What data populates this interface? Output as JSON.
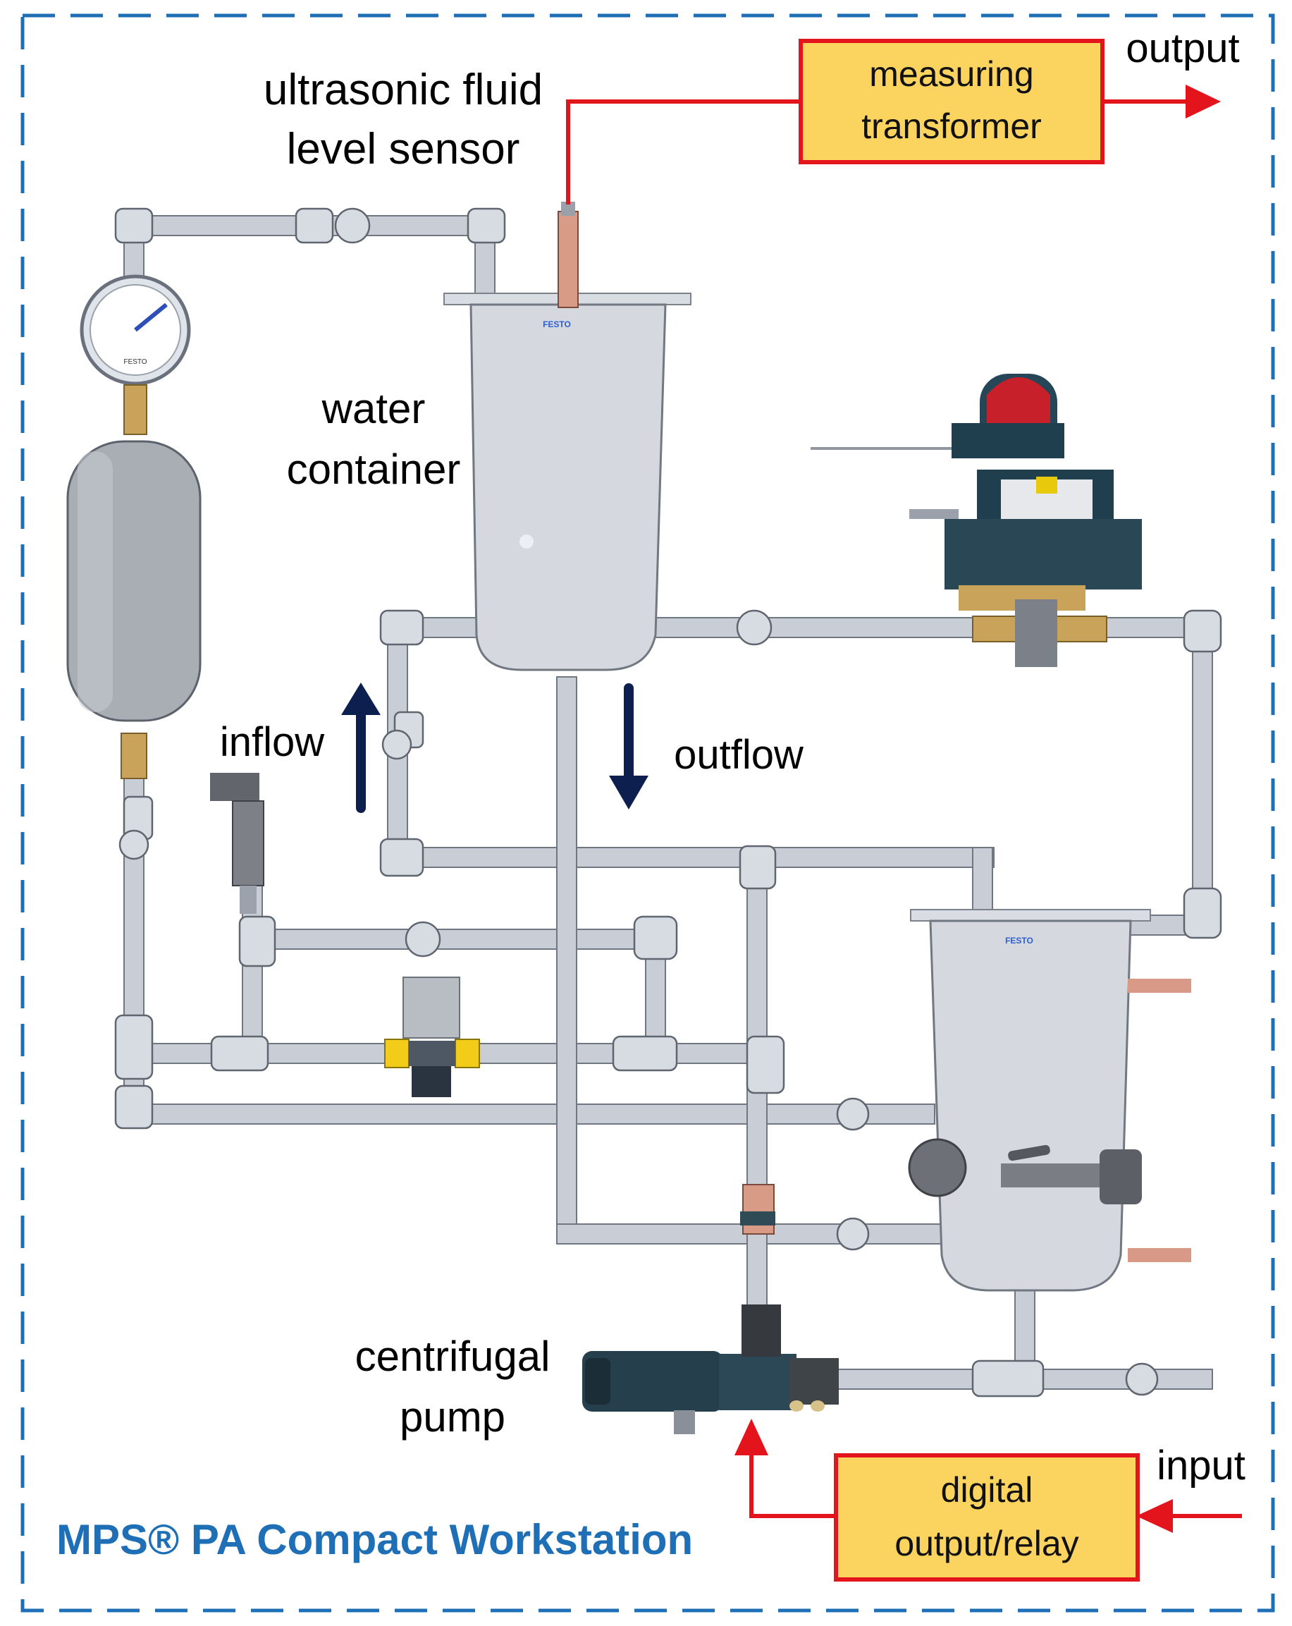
{
  "title": "MPS® PA Compact Workstation",
  "labels": {
    "sensor_line1": "ultrasonic fluid",
    "sensor_line2": "level sensor",
    "output": "output",
    "input": "input",
    "water_line1": "water",
    "water_line2": "container",
    "inflow": "inflow",
    "outflow": "outflow",
    "pump_line1": "centrifugal",
    "pump_line2": "pump"
  },
  "boxes": {
    "measuring_line1": "measuring",
    "measuring_line2": "transformer",
    "relay_line1": "digital",
    "relay_line2": "output/relay"
  },
  "branding": {
    "tank_top_brand": "FESTO",
    "tank_bottom_brand": "FESTO",
    "gauge_brand": "FESTO"
  },
  "colors": {
    "signal_line": "#e3141b",
    "box_fill": "#fbd35f",
    "box_border": "#e3141b",
    "flow_arrow": "#0d1f4e",
    "title_blue": "#1f6fb6",
    "dashed_border": "#1f6fb6"
  }
}
